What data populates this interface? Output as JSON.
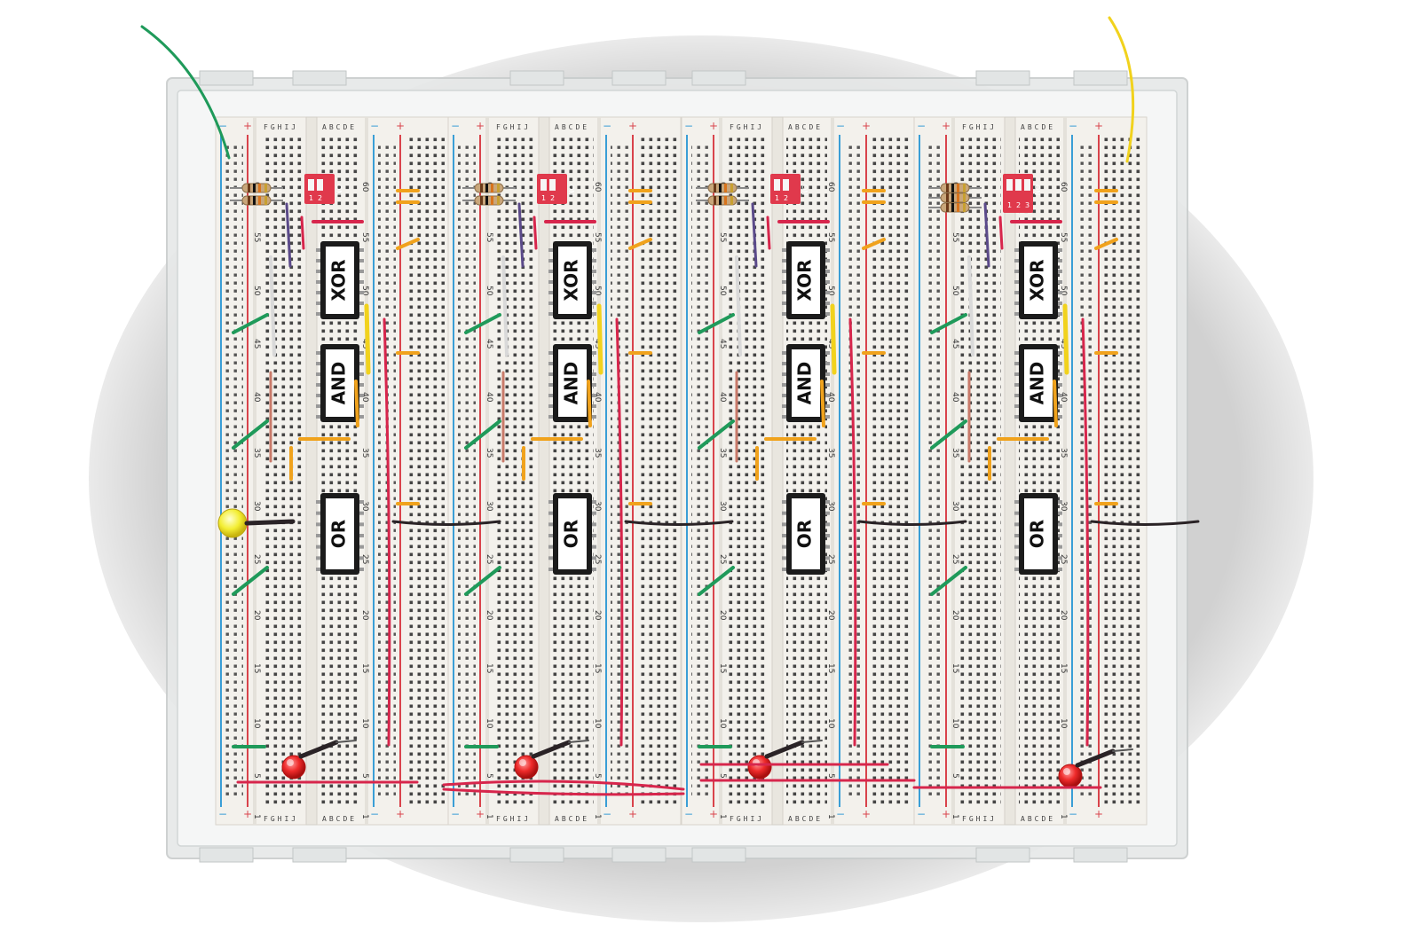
{
  "scene": {
    "subject": "four-bit breadboard circuit",
    "modules": [
      {
        "chips": [
          "XOR",
          "AND",
          "OR"
        ],
        "switch_positions": [
          "1",
          "2"
        ],
        "switch_on": "ON",
        "output_led": "red"
      },
      {
        "chips": [
          "XOR",
          "AND",
          "OR"
        ],
        "switch_positions": [
          "1",
          "2"
        ],
        "switch_on": "ON",
        "output_led": "red"
      },
      {
        "chips": [
          "XOR",
          "AND",
          "OR"
        ],
        "switch_positions": [
          "1",
          "2"
        ],
        "switch_on": "ON",
        "output_led": "red"
      },
      {
        "chips": [
          "XOR",
          "AND",
          "OR"
        ],
        "switch_positions": [
          "1",
          "2",
          "3"
        ],
        "switch_on": "ON",
        "output_led": "red"
      }
    ],
    "carry_led": "yellow",
    "row_numbers": [
      "60",
      "55",
      "50",
      "45",
      "40",
      "35",
      "30",
      "25",
      "20",
      "15",
      "10",
      "5",
      "1"
    ],
    "rail_signs": {
      "minus": "−",
      "plus": "+"
    },
    "column_letters_left": "FGHIJ",
    "column_letters_right": "ABCDE",
    "colors": {
      "board": "#f3f1ec",
      "acrylic": "#e6e8e8",
      "red_rail": "#d9434b",
      "blue_rail": "#3a9ed6",
      "chip": "#1b1b1b",
      "wire_green": "#1f9a5a",
      "wire_orange": "#f0a21c",
      "wire_red": "#d7264c",
      "wire_yellow": "#f1d21d",
      "wire_black": "#2a2326",
      "switch_red": "#e0394c",
      "led_red": "#ee2a2a",
      "led_yellow": "#f3ee33"
    }
  }
}
